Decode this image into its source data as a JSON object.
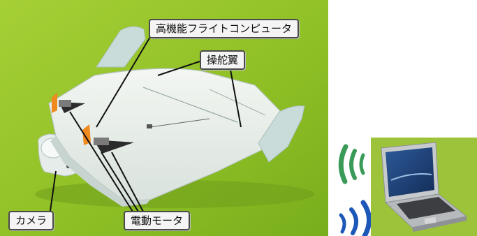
{
  "labels": {
    "flight_computer": "高機能フライトコンピュータ",
    "control_surfaces": "操舵翼",
    "camera": "カメラ",
    "electric_motor": "電動モータ"
  },
  "colors": {
    "background_green": "#92c22a",
    "wing_white": "#e9eeea",
    "fin_blue": "#c9dcd9",
    "wireless_green": "#3a9a58",
    "wireless_blue": "#1d57b8",
    "laptop_silver": "#b9bcc0",
    "propeller_orange": "#f08a1e"
  },
  "icons": [
    "wireless-waves-icon",
    "laptop-icon"
  ]
}
